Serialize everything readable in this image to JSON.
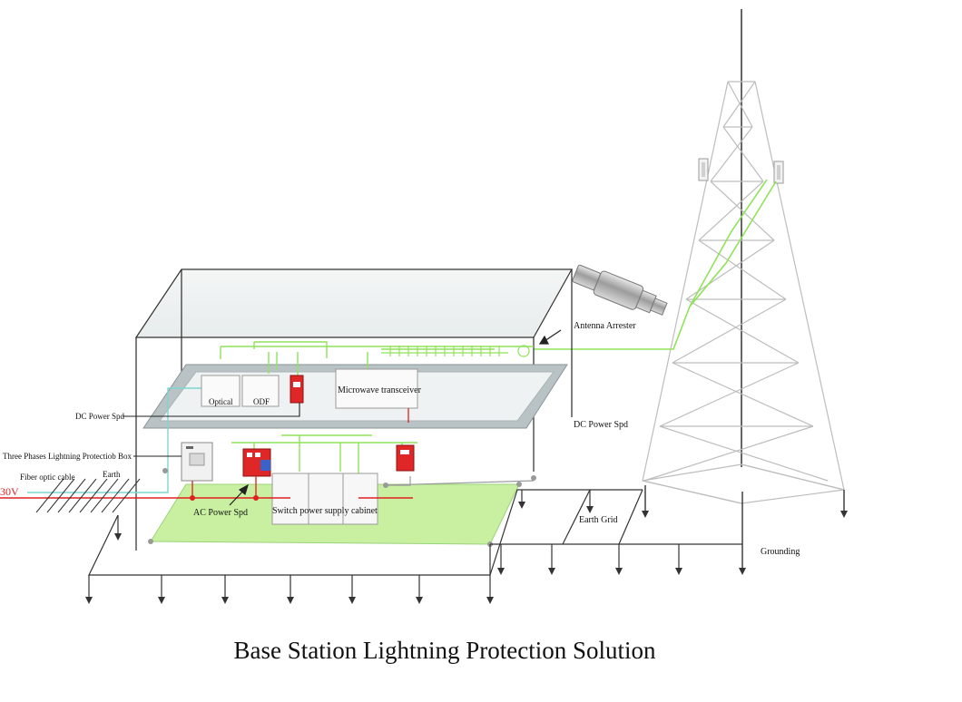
{
  "title": "Base Station Lightning Protection Solution",
  "labels": {
    "antenna_arrester": "Antenna Arrester",
    "optical": "Optical",
    "odf": "ODF",
    "microwave_transceiver": "Microwave transceiver",
    "dc_power_spd_left": "DC Power Spd",
    "dc_power_spd_right": "DC Power Spd",
    "three_phase_box": "Three Phases Lightning Protectiob Box",
    "fiber_optic_cable": "Fiber optic cable",
    "earth": "Earth",
    "voltage": "30V",
    "ac_power_spd": "AC Power Spd",
    "switch_power_supply_cabinet": "Switch power supply cabinet",
    "earth_grid": "Earth Grid",
    "grounding": "Grounding"
  },
  "colors": {
    "green_line": "#8fe35a",
    "cyan_line": "#7fd6cf",
    "red_line": "#e02020",
    "floor_fill": "#c8f0a0",
    "spd_red": "#e02727",
    "tower_line": "#bdbdbd",
    "frame_line": "#1a1a1a",
    "shelf_fill": "#b9c3c6"
  }
}
